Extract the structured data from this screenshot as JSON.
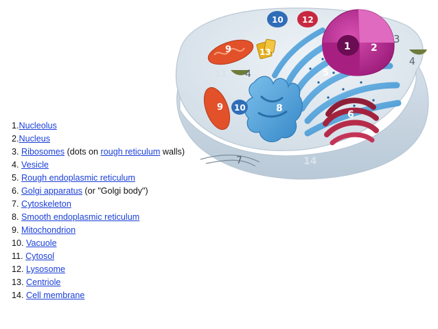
{
  "diagram": {
    "markers": {
      "m1": "1",
      "m2": "2",
      "m3": "3",
      "m4a": "4",
      "m4b": "4",
      "m5": "5",
      "m6": "6",
      "m7": "7",
      "m8": "8",
      "m9a": "9",
      "m9b": "9",
      "m10a": "10",
      "m10b": "10",
      "m11": "11",
      "m12": "12",
      "m13": "13",
      "m14": "14"
    },
    "colors": {
      "cell": "#dfe8ef",
      "cytosol": "#c8d6e2",
      "nucleus": "#b8268f",
      "nucleolus": "#7a0f5c",
      "er": "#4a9bd4",
      "golgi": "#a3233f",
      "mitochondrion": "#e2512a",
      "vacuole": "#2f6db8",
      "lysosome": "#c8283f",
      "centriole": "#e8b120",
      "vesicle": "#6e7b3a"
    }
  },
  "legend": [
    {
      "prefix": "1.",
      "link": "Nucleolus",
      "suffix": ""
    },
    {
      "prefix": "2.",
      "link": "Nucleus",
      "suffix": ""
    },
    {
      "prefix": "3. ",
      "link": "Ribosomes",
      "suffix": " (dots on ",
      "link2": "rough reticulum",
      "suffix2": " walls)"
    },
    {
      "prefix": "4. ",
      "link": "Vesicle",
      "suffix": ""
    },
    {
      "prefix": "5. ",
      "link": "Rough endoplasmic reticulum",
      "suffix": ""
    },
    {
      "prefix": "6. ",
      "link": "Golgi apparatus",
      "suffix": " (or \"Golgi body\")"
    },
    {
      "prefix": "7. ",
      "link": "Cytoskeleton",
      "suffix": ""
    },
    {
      "prefix": "8. ",
      "link": "Smooth endoplasmic reticulum",
      "suffix": ""
    },
    {
      "prefix": "9. ",
      "link": "Mitochondrion",
      "suffix": ""
    },
    {
      "prefix": "10. ",
      "link": "Vacuole",
      "suffix": ""
    },
    {
      "prefix": "11. ",
      "link": "Cytosol",
      "suffix": ""
    },
    {
      "prefix": "12. ",
      "link": "Lysosome",
      "suffix": ""
    },
    {
      "prefix": "13. ",
      "link": "Centriole",
      "suffix": ""
    },
    {
      "prefix": "14. ",
      "link": "Cell membrane",
      "suffix": ""
    }
  ]
}
